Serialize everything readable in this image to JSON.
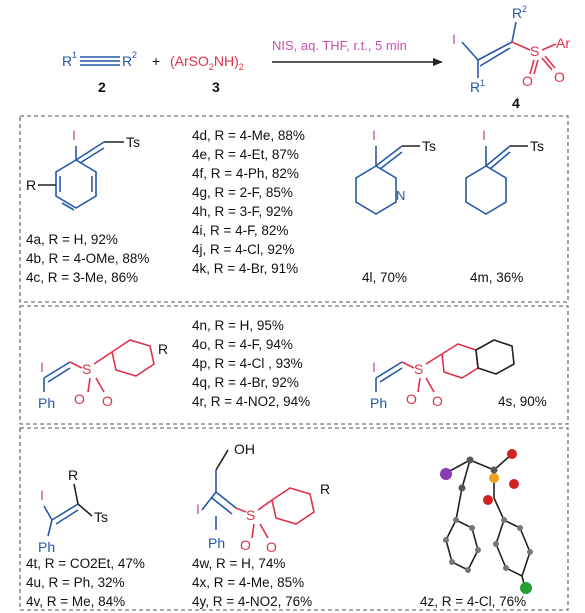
{
  "reaction": {
    "r1": "R",
    "r1_sup": "1",
    "r2": "R",
    "r2_sup": "2",
    "plus": "+",
    "sulfonamide": "(ArSO",
    "sulf_sub": "2",
    "sulf_rest": "NH)",
    "sulf_sub2": "2",
    "conditions": "NIS, aq. THF, r.t., 5 min",
    "label_alkyne": "2",
    "label_sulf": "3",
    "label_product": "4",
    "prod_I": "I",
    "prod_R1": "R",
    "prod_R1_sup": "1",
    "prod_R2": "R",
    "prod_R2_sup": "2",
    "prod_S": "S",
    "prod_O": "O",
    "prod_Ar": "Ar"
  },
  "box1": {
    "left_group": [
      "4a, R = H, 92%",
      "4b, R = 4-OMe, 88%",
      "4c, R = 3-Me, 86%"
    ],
    "middle_group": [
      "4d, R = 4-Me, 88%",
      "4e, R = 4-Et, 87%",
      "4f,  R = 4-Ph, 82%",
      "4g, R = 2-F, 85%",
      "4h, R = 3-F, 92%",
      "4i,  R = 4-F, 82%",
      "4j,  R = 4-Cl, 92%",
      "4k, R = 4-Br, 91%"
    ],
    "item_4l": "4l, 70%",
    "item_4m": "4m, 36%",
    "I": "I",
    "Ts": "Ts",
    "R": "R",
    "N": "N"
  },
  "box2": {
    "group": [
      "4n, R = H, 95%",
      "4o, R = 4-F, 94%",
      "4p, R = 4-Cl , 93%",
      "4q, R = 4-Br, 92%",
      "4r,  R = 4-NO2, 94%"
    ],
    "item_4s": "4s, 90%",
    "I": "I",
    "Ph": "Ph",
    "S": "S",
    "O": "O",
    "R": "R"
  },
  "box3": {
    "left_group": [
      "4t,  R = CO2Et, 47%",
      "4u, R = Ph, 32%",
      "4v, R = Me, 84%"
    ],
    "middle_group": [
      "4w, R = H, 74%",
      "4x,  R = 4-Me, 85%",
      "4y,  R = 4-NO2, 76%"
    ],
    "item_4z": "4z, R = 4-Cl, 76%",
    "I": "I",
    "R": "R",
    "Ts": "Ts",
    "Ph": "Ph",
    "OH": "OH",
    "S": "S",
    "O": "O"
  },
  "colors": {
    "blue": "#2458a8",
    "red": "#e0314b",
    "magenta": "#c84fb0"
  }
}
